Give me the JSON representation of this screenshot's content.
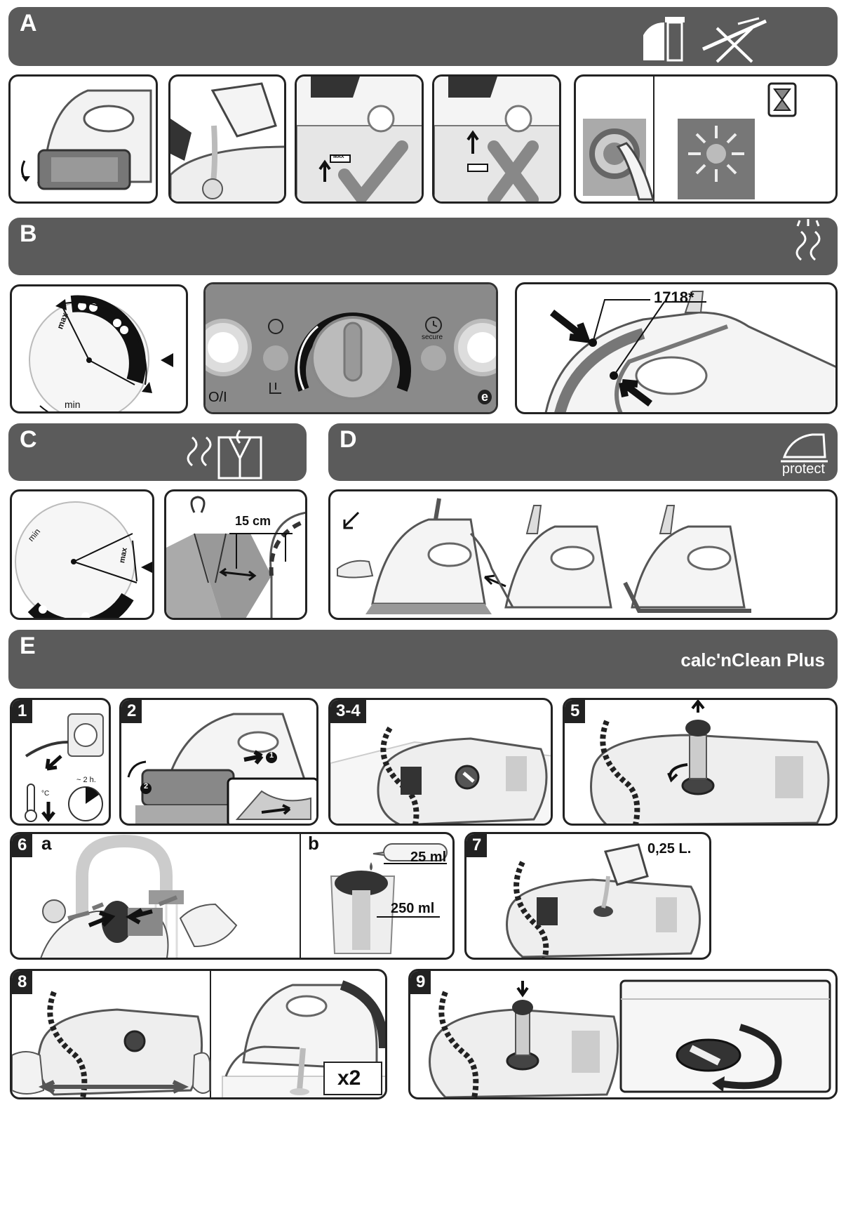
{
  "sections": {
    "a": {
      "letter": "A"
    },
    "b": {
      "letter": "B"
    },
    "c": {
      "letter": "C"
    },
    "d": {
      "letter": "D",
      "icon_label": "protect"
    },
    "e": {
      "letter": "E",
      "title": "calc'nClean Plus"
    }
  },
  "panel_b": {
    "dial_min": "min",
    "dial_max": "max",
    "onoff_label": "O/I",
    "eco_label": "e",
    "secure_label": "secure",
    "iron_model": "1718*"
  },
  "panel_c": {
    "dial_min": "min",
    "dial_max": "max",
    "distance": "15 cm"
  },
  "steps": {
    "s1": {
      "num": "1",
      "temp": "°C",
      "time": "~ 2 h."
    },
    "s2": {
      "num": "2",
      "callout1": "1",
      "callout2": "2"
    },
    "s34": {
      "num": "3-4"
    },
    "s5": {
      "num": "5"
    },
    "s6": {
      "num": "6",
      "sub_a": "a",
      "sub_b": "b",
      "vol_small": "25 ml",
      "vol_large": "250 ml"
    },
    "s7": {
      "num": "7",
      "volume": "0,25 L."
    },
    "s8": {
      "num": "8",
      "repeat": "x2"
    },
    "s9": {
      "num": "9"
    }
  },
  "panel_a": {
    "max_label": "MAX"
  },
  "colors": {
    "bar": "#5b5b5b",
    "ink": "#222222",
    "panel_bg": "#ffffff"
  }
}
